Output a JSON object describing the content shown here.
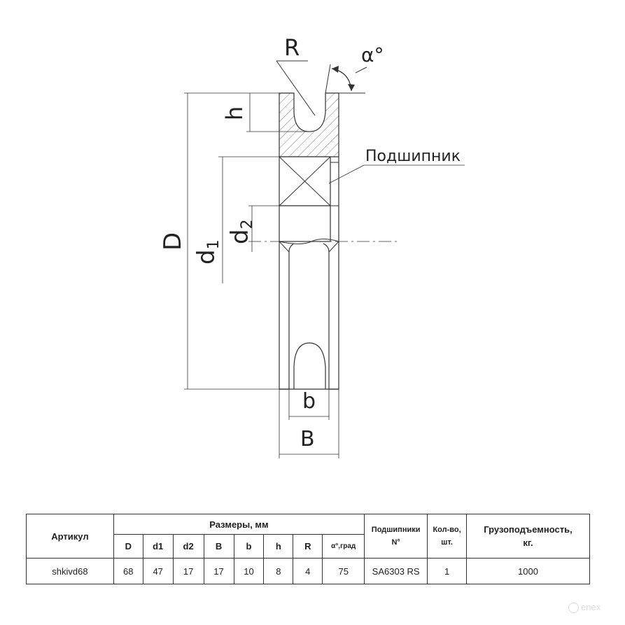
{
  "drawing": {
    "labels": {
      "R": "R",
      "alpha": "α°",
      "h": "h",
      "D": "D",
      "d1": "d",
      "d1_sub": "1",
      "d2": "d",
      "d2_sub": "2",
      "b": "b",
      "B": "B",
      "bearing": "Подшипник"
    }
  },
  "table": {
    "article_header": "Артикул",
    "dimensions_header": "Размеры, мм",
    "bearings_header": "Подшипники",
    "bearings_header_sub": "N°",
    "qty_header": "Кол-во,",
    "qty_header_sub": "шт.",
    "capacity_header": "Грузоподъемность,",
    "capacity_header_sub": "кг.",
    "dim_columns": [
      "D",
      "d1",
      "d2",
      "B",
      "b",
      "h",
      "R",
      "α°,град"
    ],
    "row": {
      "article": "shkivd68",
      "dims": [
        "68",
        "47",
        "17",
        "17",
        "10",
        "8",
        "4",
        "75"
      ],
      "bearing": "SA6303 RS",
      "qty": "1",
      "capacity": "1000"
    }
  },
  "watermark": "enex"
}
